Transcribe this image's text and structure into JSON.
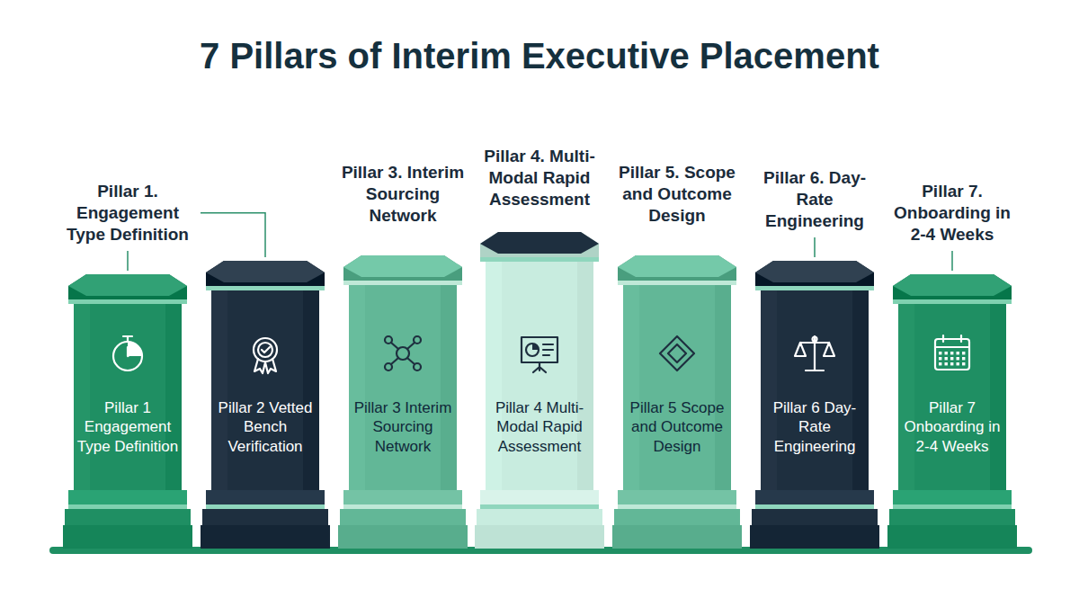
{
  "diagram": {
    "title": "7 Pillars of Interim Executive Placement",
    "nodes": [
      {
        "text": [
          "Pillar 1. Engagement Type Definition",
          "Pillar 1 Engagement Type Definition"
        ]
      },
      {
        "text": [
          "Pillar 2 Vetted Bench Verification"
        ]
      },
      {
        "text": [
          "Pillar 3. Interim Sourcing Network",
          "Pillar 3 Interim Sourcing Network"
        ]
      },
      {
        "text": [
          "Pillar 4. Multi-Modal Rapid Assessment",
          "Pillar 4 Multi-Modal Rapid Assessment"
        ]
      },
      {
        "text": [
          "Pillar 5. Scope and Outcome Design",
          "Pillar 5 Scope and Outcome Design"
        ]
      },
      {
        "text": [
          "Pillar 6. Day-Rate Engineering",
          "Pillar 6 Day-Rate Engineering"
        ]
      },
      {
        "text": [
          "Pillar 7. Onboarding in 2-4 Weeks",
          "Pillar 7 Onboarding in 2-4 Weeks"
        ]
      }
    ]
  }
}
